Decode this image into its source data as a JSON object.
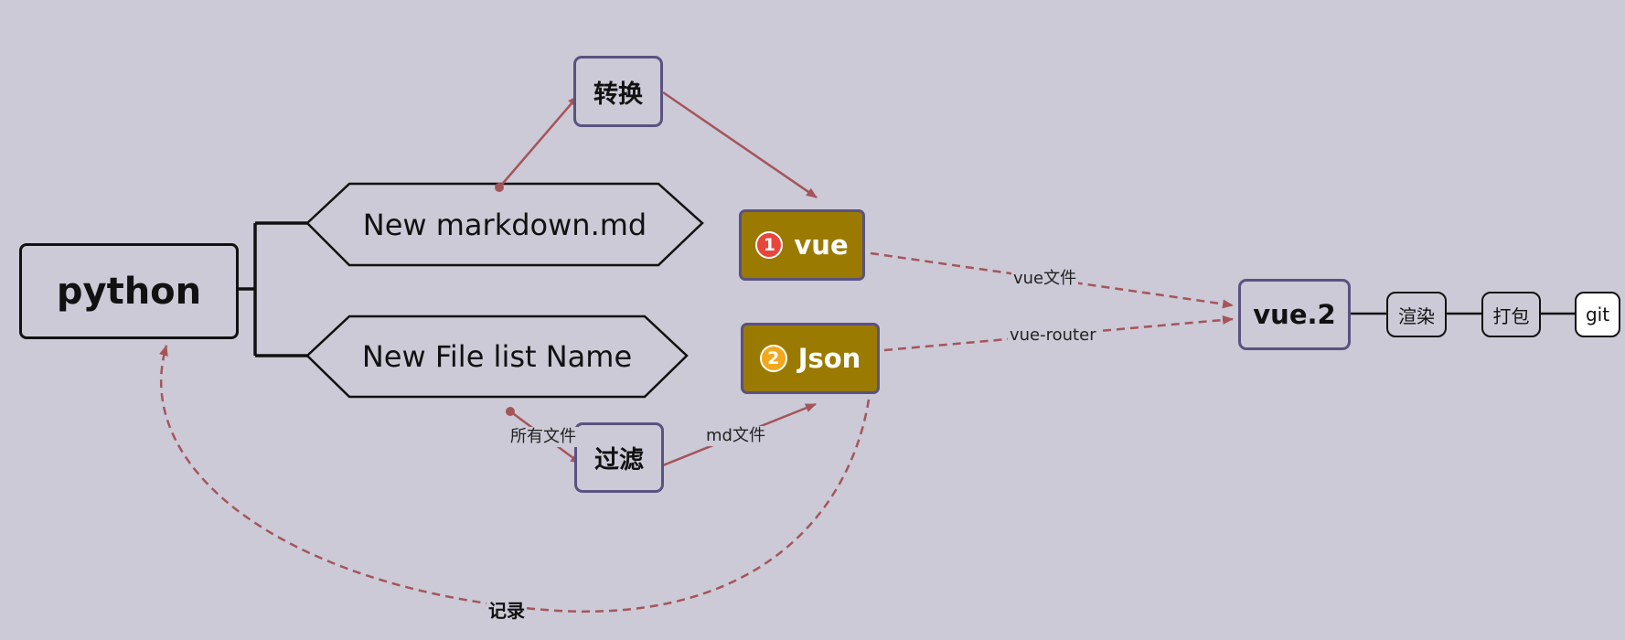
{
  "nodes": {
    "root": "python",
    "branch_top": "New markdown.md",
    "branch_bottom": "New File list Name",
    "convert": "转换",
    "filter": "过滤",
    "vue": "vue",
    "json": "Json",
    "vue2": "vue.2",
    "render": "渲染",
    "pack": "打包",
    "git": "git"
  },
  "badges": {
    "vue_num": "1",
    "json_num": "2"
  },
  "edge_labels": {
    "vue_file": "vue文件",
    "vue_router": "vue-router",
    "all_files": "所有文件",
    "md_files": "md文件",
    "record": "记录"
  },
  "colors": {
    "background": "#cbcad6",
    "node_border": "#5a5280",
    "badge_fill": "#9a7a00",
    "badge1_circle": "#e8453c",
    "badge2_circle": "#f2a81d",
    "arrow": "#a5555a"
  }
}
